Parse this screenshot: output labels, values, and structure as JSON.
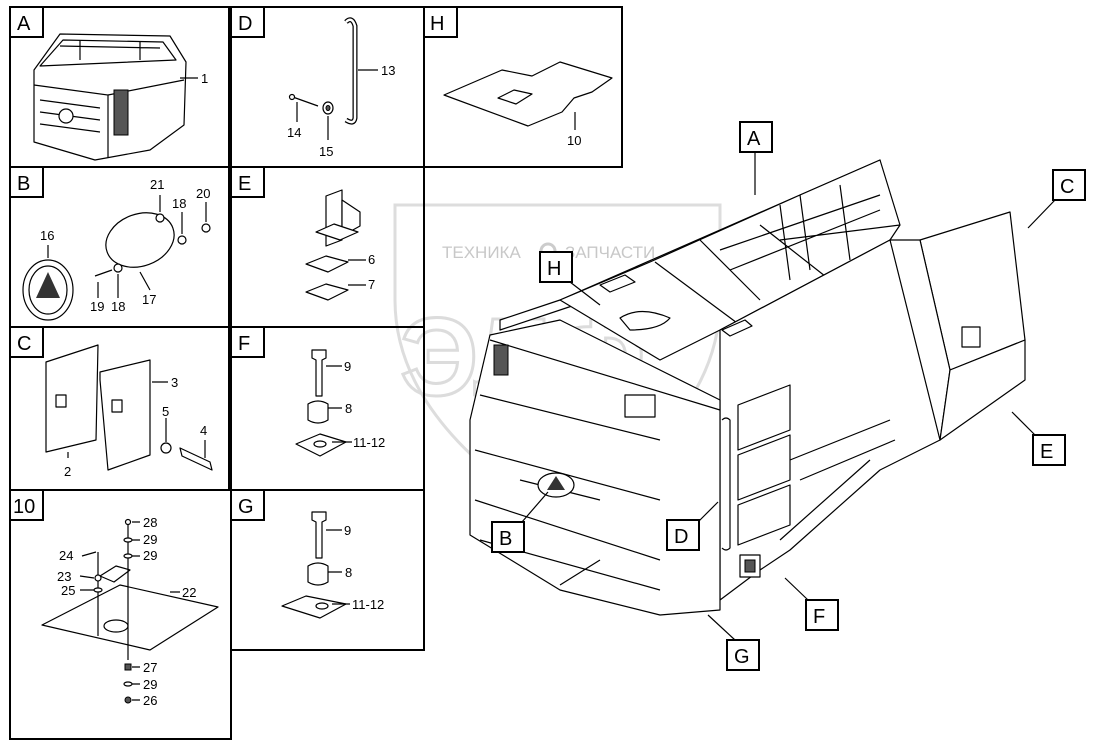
{
  "panels": {
    "A": {
      "letter": "A",
      "callouts": [
        "1"
      ]
    },
    "B": {
      "letter": "B",
      "callouts": [
        "21",
        "20",
        "18",
        "16",
        "19",
        "18",
        "17"
      ]
    },
    "C": {
      "letter": "C",
      "callouts": [
        "3",
        "5",
        "4",
        "2"
      ]
    },
    "D": {
      "letter": "D",
      "callouts": [
        "13",
        "14",
        "15"
      ]
    },
    "E": {
      "letter": "E",
      "callouts": [
        "6",
        "7"
      ]
    },
    "F": {
      "letter": "F",
      "callouts": [
        "9",
        "8",
        "11-12"
      ]
    },
    "G": {
      "letter": "G",
      "callouts": [
        "9",
        "8",
        "11-12"
      ]
    },
    "H": {
      "letter": "H",
      "callouts": [
        "10"
      ]
    },
    "P10": {
      "letter": "10",
      "callouts": [
        "28",
        "29",
        "24",
        "29",
        "23",
        "25",
        "22",
        "27",
        "29",
        "26"
      ]
    }
  },
  "main_view": {
    "tags": [
      "A",
      "C",
      "H",
      "E",
      "B",
      "D",
      "F",
      "G"
    ]
  },
  "watermark": {
    "left": "ТЕХНИКА",
    "right": "ЗАПЧАСТИ",
    "logo": "ЭЛФ"
  },
  "colors": {
    "line": "#000000",
    "watermark": "#c8c8c8",
    "background": "#ffffff"
  }
}
